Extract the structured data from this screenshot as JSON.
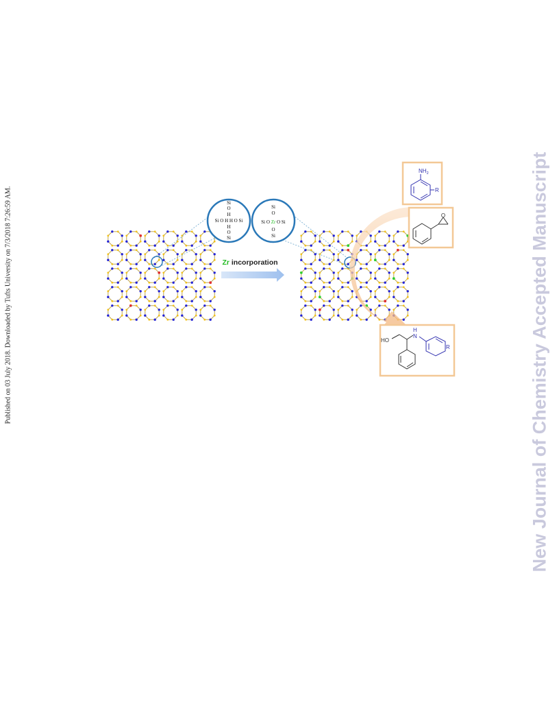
{
  "page": {
    "side_note": "Published on 03 July 2018. Downloaded by Tufts University on 7/3/2018 7:26:59 AM.",
    "watermark": "New Journal of Chemistry Accepted Manuscript"
  },
  "figure": {
    "arrow_label_element": "Zr",
    "arrow_label_rest": " incorporation",
    "zoom_left": {
      "top": "Si",
      "o1": "O",
      "h1": "H",
      "mid": "Si O H  H O Si",
      "h2": "H",
      "o2": "O",
      "bottom": "Si"
    },
    "zoom_right": {
      "top": "Si",
      "o1": "O",
      "mid_left": "Si O ",
      "metal": "Zr",
      "mid_right": " O Si",
      "o2": "O",
      "bottom": "Si"
    },
    "amine": {
      "group": "NH",
      "sub": "2",
      "r": "R"
    },
    "epoxide": {
      "o": "O"
    },
    "product": {
      "ho": "HO",
      "nh": "H",
      "n": "N",
      "r": "R"
    }
  },
  "colors": {
    "si_atom": "#f2c21b",
    "o_atom": "#2323d6",
    "zr_atom": "#2fd12f",
    "defect_atom": "#e03030",
    "zoom_ring": "#2a78b8",
    "box_border": "#f3c896",
    "arrow": "#9ec0ee",
    "zr_label": "#22bb22",
    "curved_arrow": "#f5c79b"
  }
}
